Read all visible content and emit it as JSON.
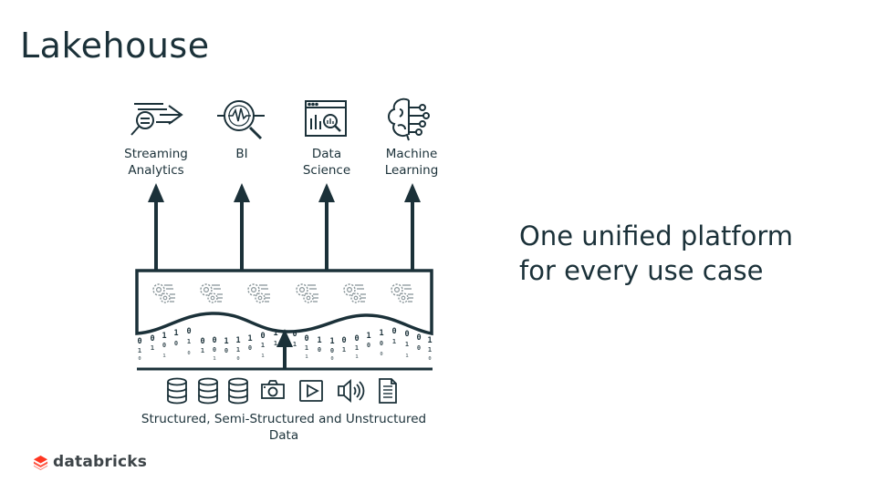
{
  "slide": {
    "title": "Lakehouse",
    "tagline_line1": "One unified platform",
    "tagline_line2": "for every use case"
  },
  "use_cases": [
    {
      "line1": "Streaming",
      "line2": "Analytics",
      "icon": "streaming-analytics-icon"
    },
    {
      "line1": "BI",
      "line2": "",
      "icon": "bi-magnifier-icon"
    },
    {
      "line1": "Data",
      "line2": "Science",
      "icon": "data-science-icon"
    },
    {
      "line1": "Machine",
      "line2": "Learning",
      "icon": "machine-learning-brain-icon"
    }
  ],
  "platform": {
    "gear_icons": [
      "gears-icon",
      "gears-icon",
      "gears-icon",
      "gears-icon",
      "gears-icon",
      "gears-icon"
    ],
    "binary_digits": "0 1 0 1 1 0 0 1 1 0"
  },
  "sources": {
    "icons": [
      "database-icon",
      "database-icon",
      "database-icon",
      "camera-icon",
      "video-play-icon",
      "audio-speaker-icon",
      "document-icon"
    ],
    "label_line1": "Structured, Semi-Structured and Unstructured",
    "label_line2": "Data"
  },
  "brand": {
    "logo_text": "databricks",
    "logo_icon": "databricks-logo-icon",
    "logo_color": "#ff3621",
    "ink_color": "#1b3139"
  }
}
